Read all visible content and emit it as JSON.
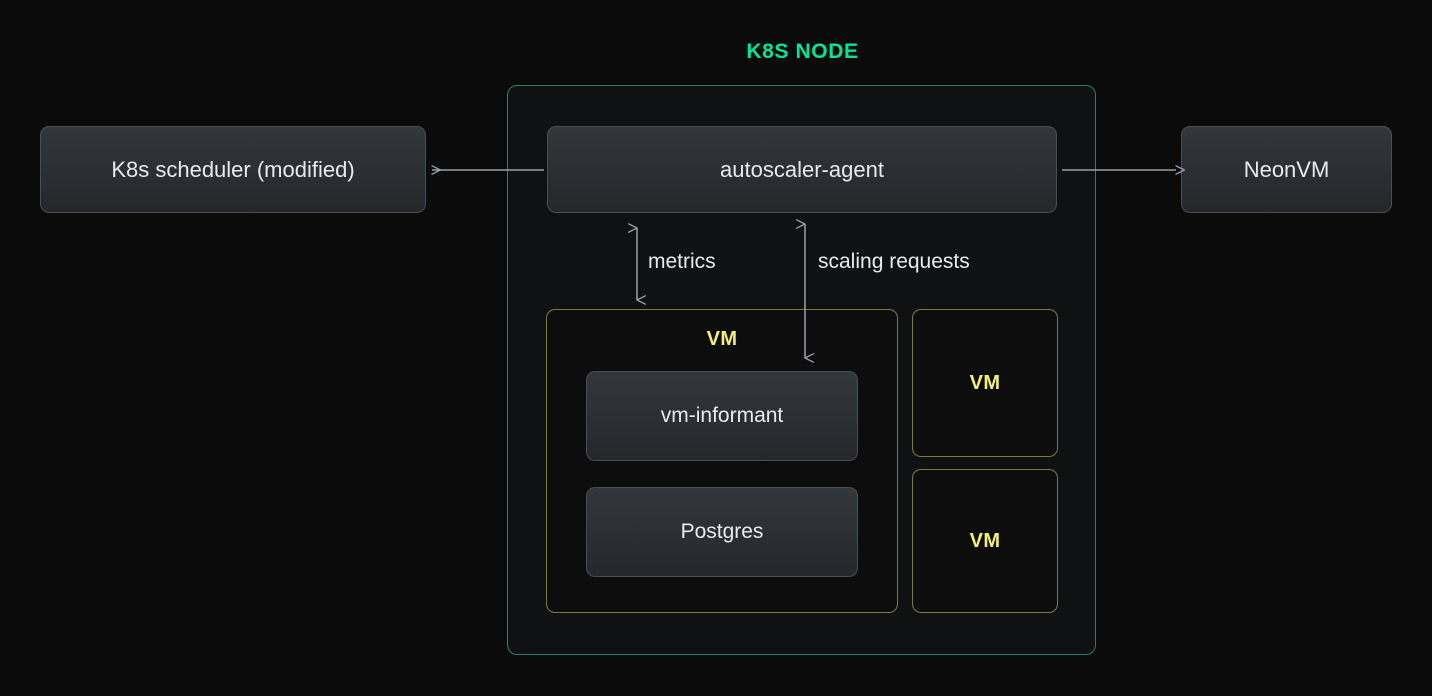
{
  "diagram": {
    "title": "K8S NODE",
    "title_color": "#00e599",
    "background_color": "#0b0b0b",
    "node_border_color": "#2e7f5d",
    "vm_border_color": "#7d7a3e",
    "vm_label_color": "#f5f06e",
    "chip_text_color": "#e8eaed",
    "arrow_color": "#9aa0a6"
  },
  "external": {
    "scheduler": "K8s scheduler (modified)",
    "neonvm": "NeonVM"
  },
  "node": {
    "agent": "autoscaler-agent",
    "vm_main": {
      "label": "VM",
      "components": [
        "vm-informant",
        "Postgres"
      ]
    },
    "vm_others": [
      {
        "label": "VM"
      },
      {
        "label": "VM"
      }
    ]
  },
  "flows": {
    "metrics": "metrics",
    "scaling_requests": "scaling requests"
  }
}
